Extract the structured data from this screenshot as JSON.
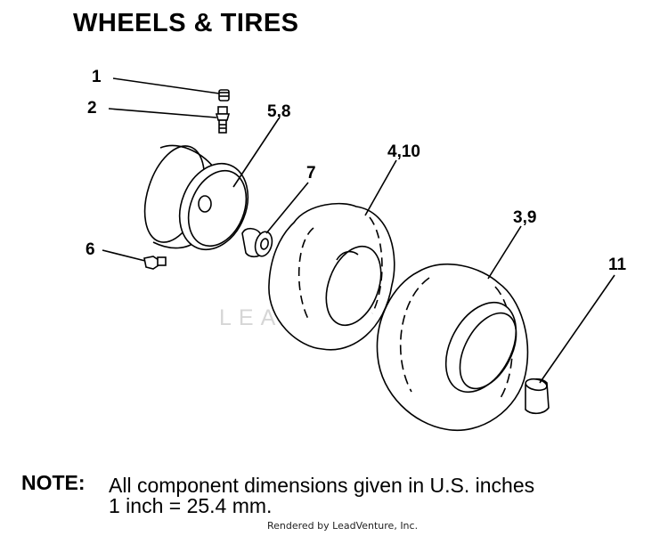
{
  "title": "WHEELS & TIRES",
  "callouts": {
    "c1": "1",
    "c2": "2",
    "c58": "5,8",
    "c7": "7",
    "c410": "4,10",
    "c39": "3,9",
    "c6": "6",
    "c11": "11"
  },
  "watermark": "LEADVENTURE",
  "note": {
    "label": "NOTE:",
    "line1": "All component dimensions given in U.S. inches",
    "line2": "1 inch = 25.4 mm."
  },
  "credit": "Rendered by LeadVenture, Inc."
}
